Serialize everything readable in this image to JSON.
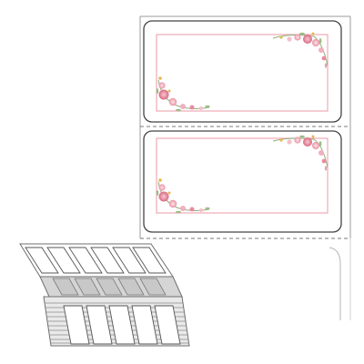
{
  "product": {
    "label_count_per_sheet": 2,
    "label_frame_color": "#f0a7b3",
    "label_border_color": "#4a4a4a",
    "perforation_style": "dashed",
    "decoration_icon": "floral-corner-ornament",
    "fanfold_stack_icon": "fanfold-label-stack"
  }
}
